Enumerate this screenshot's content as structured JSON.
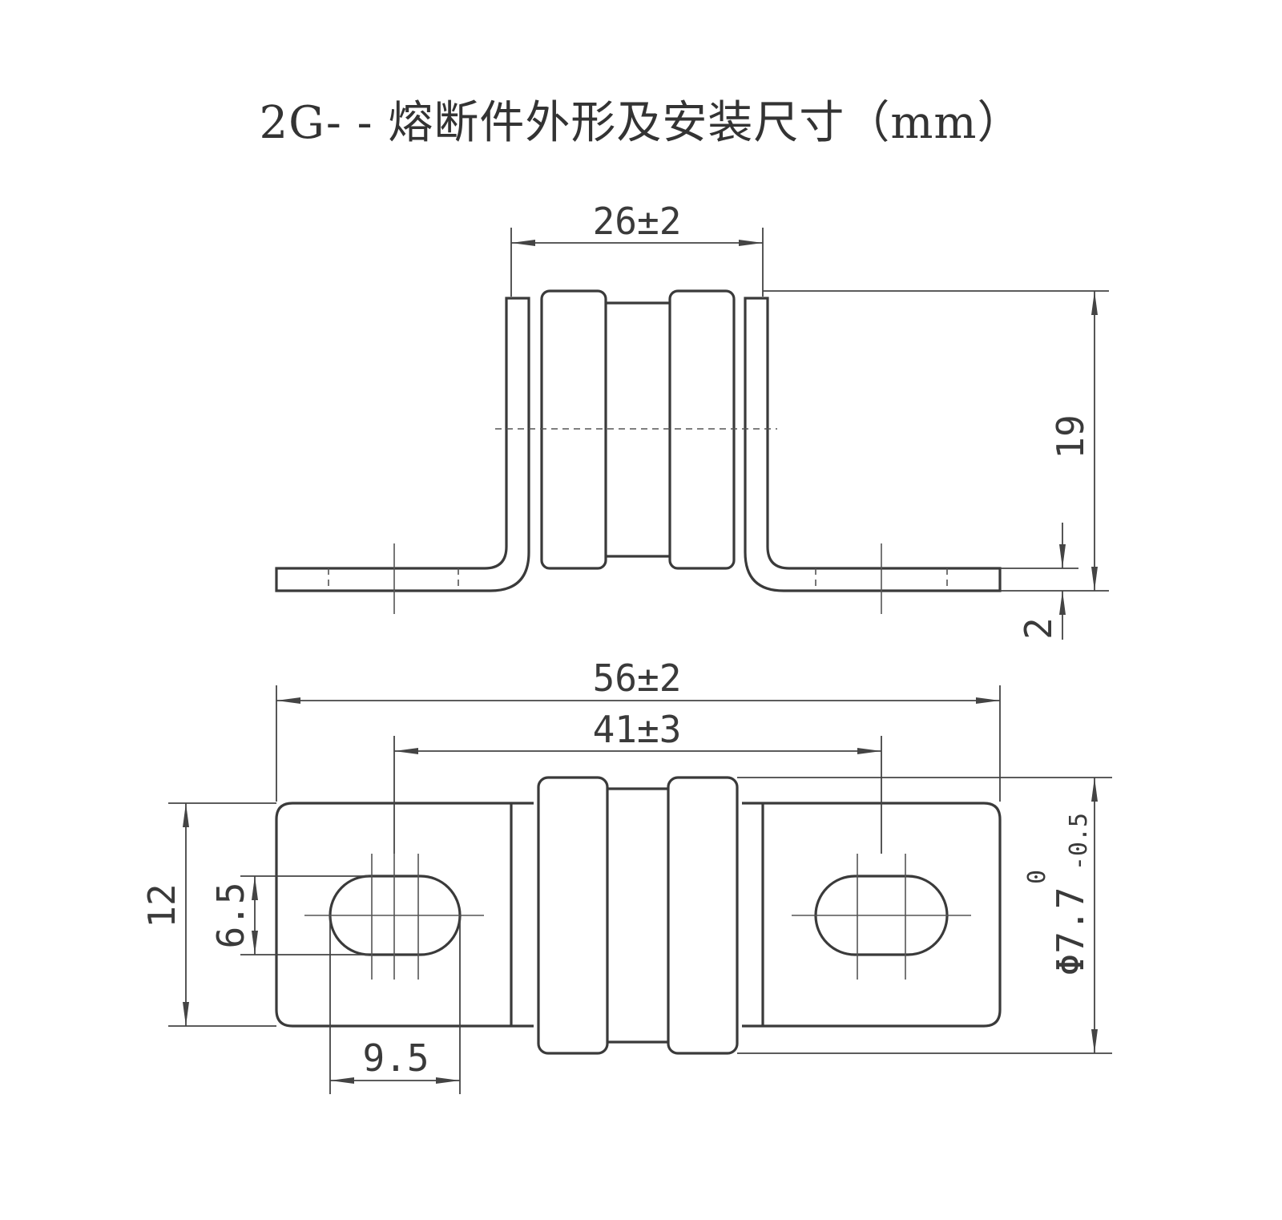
{
  "title": "2G- - 熔断件外形及安装尺寸（mm）",
  "dimensions": {
    "body_width": "26±2",
    "height": "19",
    "plate_thickness": "2",
    "overall_length": "56±2",
    "hole_spacing": "41±3",
    "plate_width": "12",
    "slot_width": "6.5",
    "slot_length": "9.5",
    "body_diameter": "Φ7.7",
    "diameter_tol_upper": "0",
    "diameter_tol_lower": "-0.5"
  }
}
